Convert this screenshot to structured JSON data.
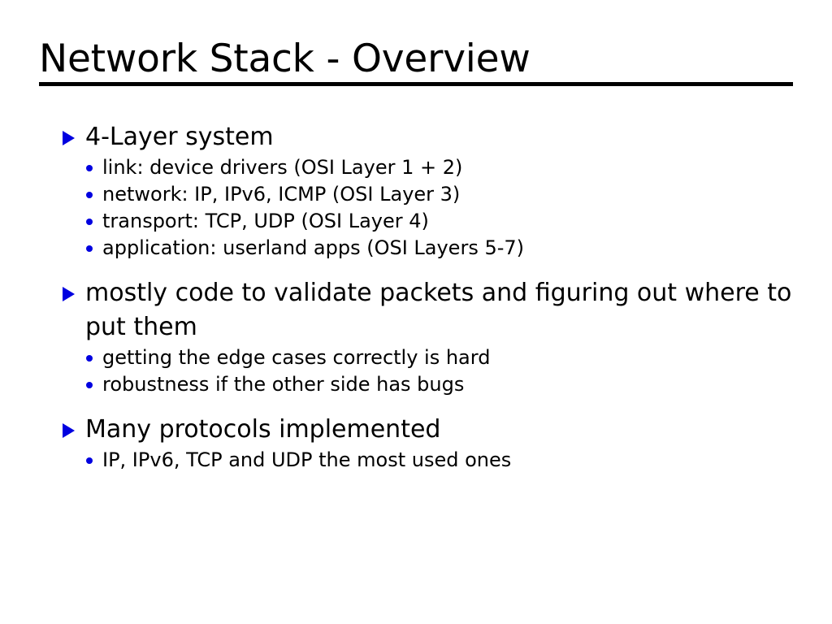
{
  "slide": {
    "title": "Network Stack - Overview",
    "background_color": "#ffffff",
    "text_color": "#000000",
    "accent_color": "#0000e0",
    "rule_color": "#000000",
    "bullet_level1_icon": "triangle-right-bullet",
    "bullet_level2_icon": "disc-bullet",
    "groups": [
      {
        "heading": "4-Layer system",
        "items": [
          "link: device drivers (OSI Layer 1 + 2)",
          "network: IP, IPv6, ICMP (OSI Layer 3)",
          "transport: TCP, UDP (OSI Layer 4)",
          "application: userland apps (OSI Layers 5-7)"
        ]
      },
      {
        "heading": "mostly code to validate packets and figuring out where to put them",
        "items": [
          "getting the edge cases correctly is hard",
          "robustness if the other side has bugs"
        ]
      },
      {
        "heading": "Many protocols implemented",
        "items": [
          "IP, IPv6, TCP and UDP the most used ones"
        ]
      }
    ]
  }
}
